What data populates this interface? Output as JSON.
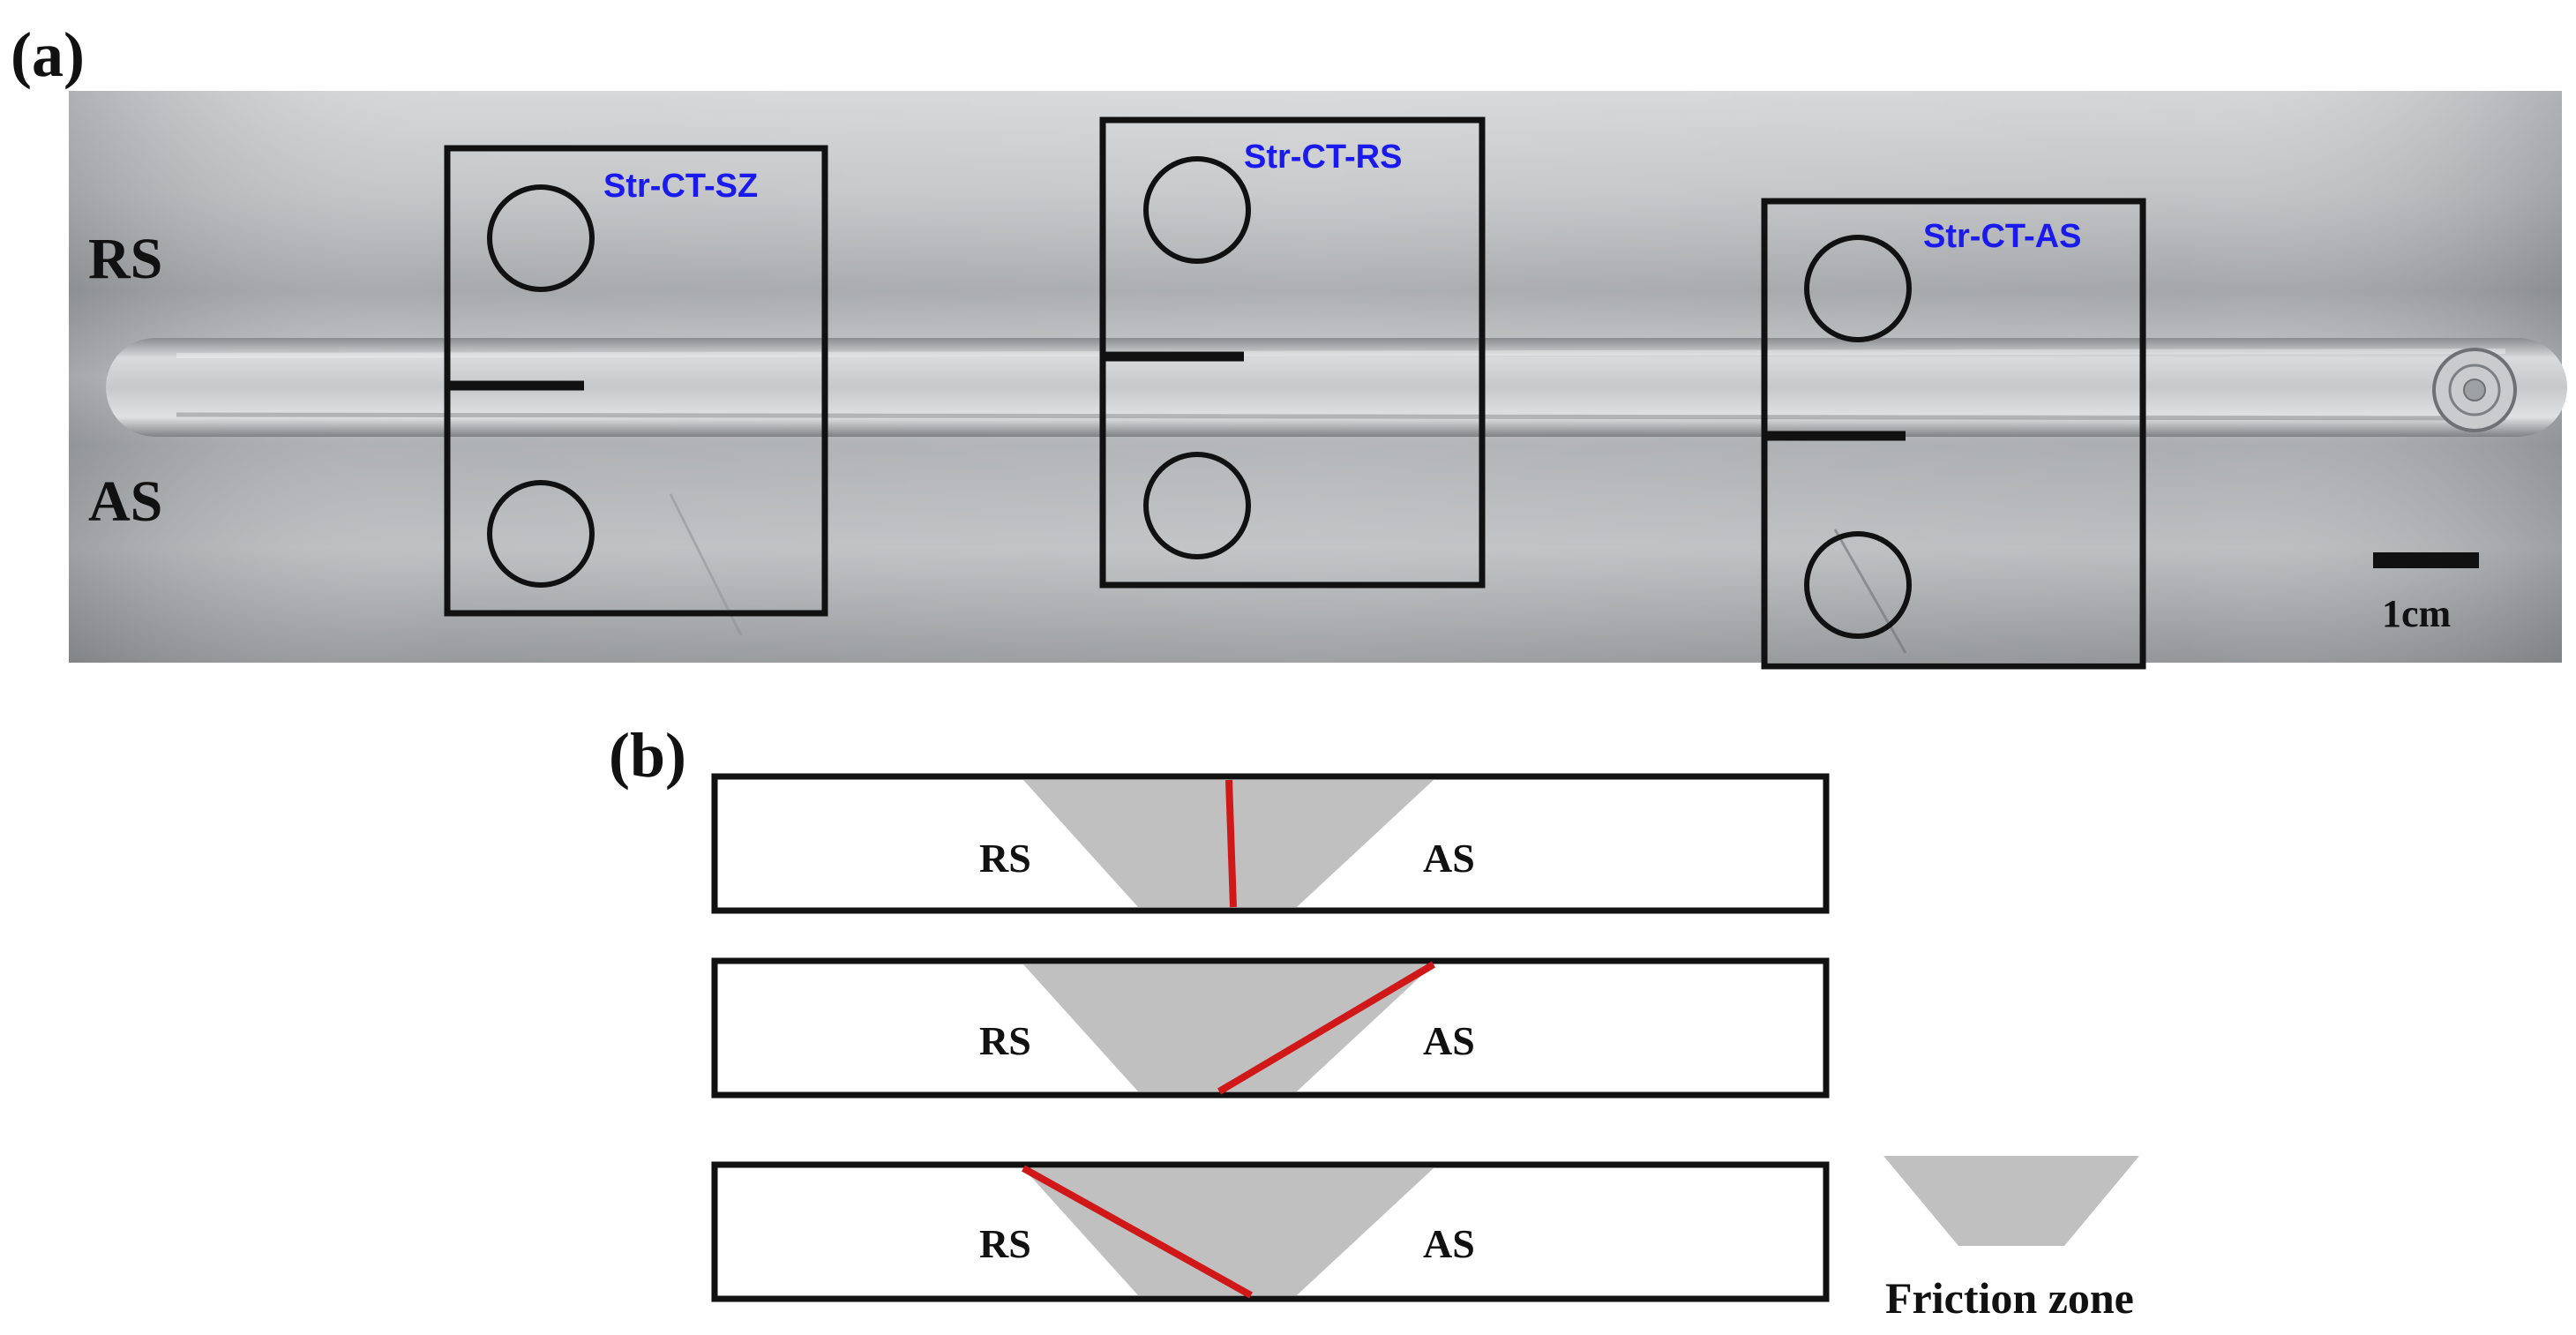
{
  "panel_a": {
    "label": "(a)",
    "side_top": "RS",
    "side_bottom": "AS",
    "specimens": [
      {
        "label": "Str-CT-SZ"
      },
      {
        "label": "Str-CT-RS"
      },
      {
        "label": "Str-CT-AS"
      }
    ],
    "scale_bar": {
      "label": "1cm"
    }
  },
  "panel_b": {
    "label": "(b)",
    "diagrams": [
      {
        "left_label": "RS",
        "right_label": "AS",
        "crack": "vertical"
      },
      {
        "left_label": "RS",
        "right_label": "AS",
        "crack": "inclined toward AS"
      },
      {
        "left_label": "RS",
        "right_label": "AS",
        "crack": "inclined toward RS"
      }
    ],
    "legend": {
      "label": "Friction zone"
    }
  },
  "colors": {
    "specimen_label": "#1a1aee",
    "crack_line": "#d01818",
    "friction_zone": "#c0c0c0",
    "outline": "#111111"
  }
}
